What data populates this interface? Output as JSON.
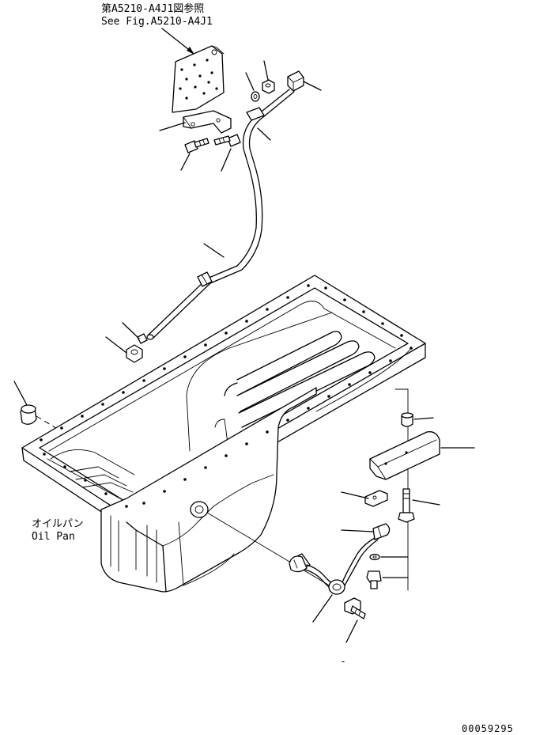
{
  "reference": {
    "jp": "第A5210-A4J1図参照",
    "en": "See Fig.A5210-A4J1"
  },
  "part_label": {
    "jp": "オイルパン",
    "en": "Oil Pan"
  },
  "drawing_number": "00059295",
  "minus_mark": "-"
}
